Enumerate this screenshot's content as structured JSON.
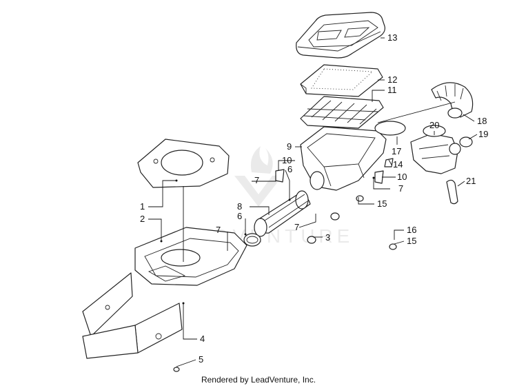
{
  "watermark": {
    "text": "ADVENTURE"
  },
  "footer": {
    "credit": "Rendered by LeadVenture, Inc."
  },
  "callouts": [
    {
      "id": "c1",
      "label": "1"
    },
    {
      "id": "c2",
      "label": "2"
    },
    {
      "id": "c3",
      "label": "3"
    },
    {
      "id": "c4",
      "label": "4"
    },
    {
      "id": "c5",
      "label": "5"
    },
    {
      "id": "c6a",
      "label": "6"
    },
    {
      "id": "c6b",
      "label": "6"
    },
    {
      "id": "c7a",
      "label": "7"
    },
    {
      "id": "c7b",
      "label": "7"
    },
    {
      "id": "c7c",
      "label": "7"
    },
    {
      "id": "c7d",
      "label": "7"
    },
    {
      "id": "c8",
      "label": "8"
    },
    {
      "id": "c9",
      "label": "9"
    },
    {
      "id": "c10a",
      "label": "10"
    },
    {
      "id": "c10b",
      "label": "10"
    },
    {
      "id": "c11",
      "label": "11"
    },
    {
      "id": "c12",
      "label": "12"
    },
    {
      "id": "c13",
      "label": "13"
    },
    {
      "id": "c14",
      "label": "14"
    },
    {
      "id": "c15a",
      "label": "15"
    },
    {
      "id": "c15b",
      "label": "15"
    },
    {
      "id": "c16",
      "label": "16"
    },
    {
      "id": "c17",
      "label": "17"
    },
    {
      "id": "c18",
      "label": "18"
    },
    {
      "id": "c19",
      "label": "19"
    },
    {
      "id": "c20",
      "label": "20"
    },
    {
      "id": "c21",
      "label": "21"
    }
  ]
}
